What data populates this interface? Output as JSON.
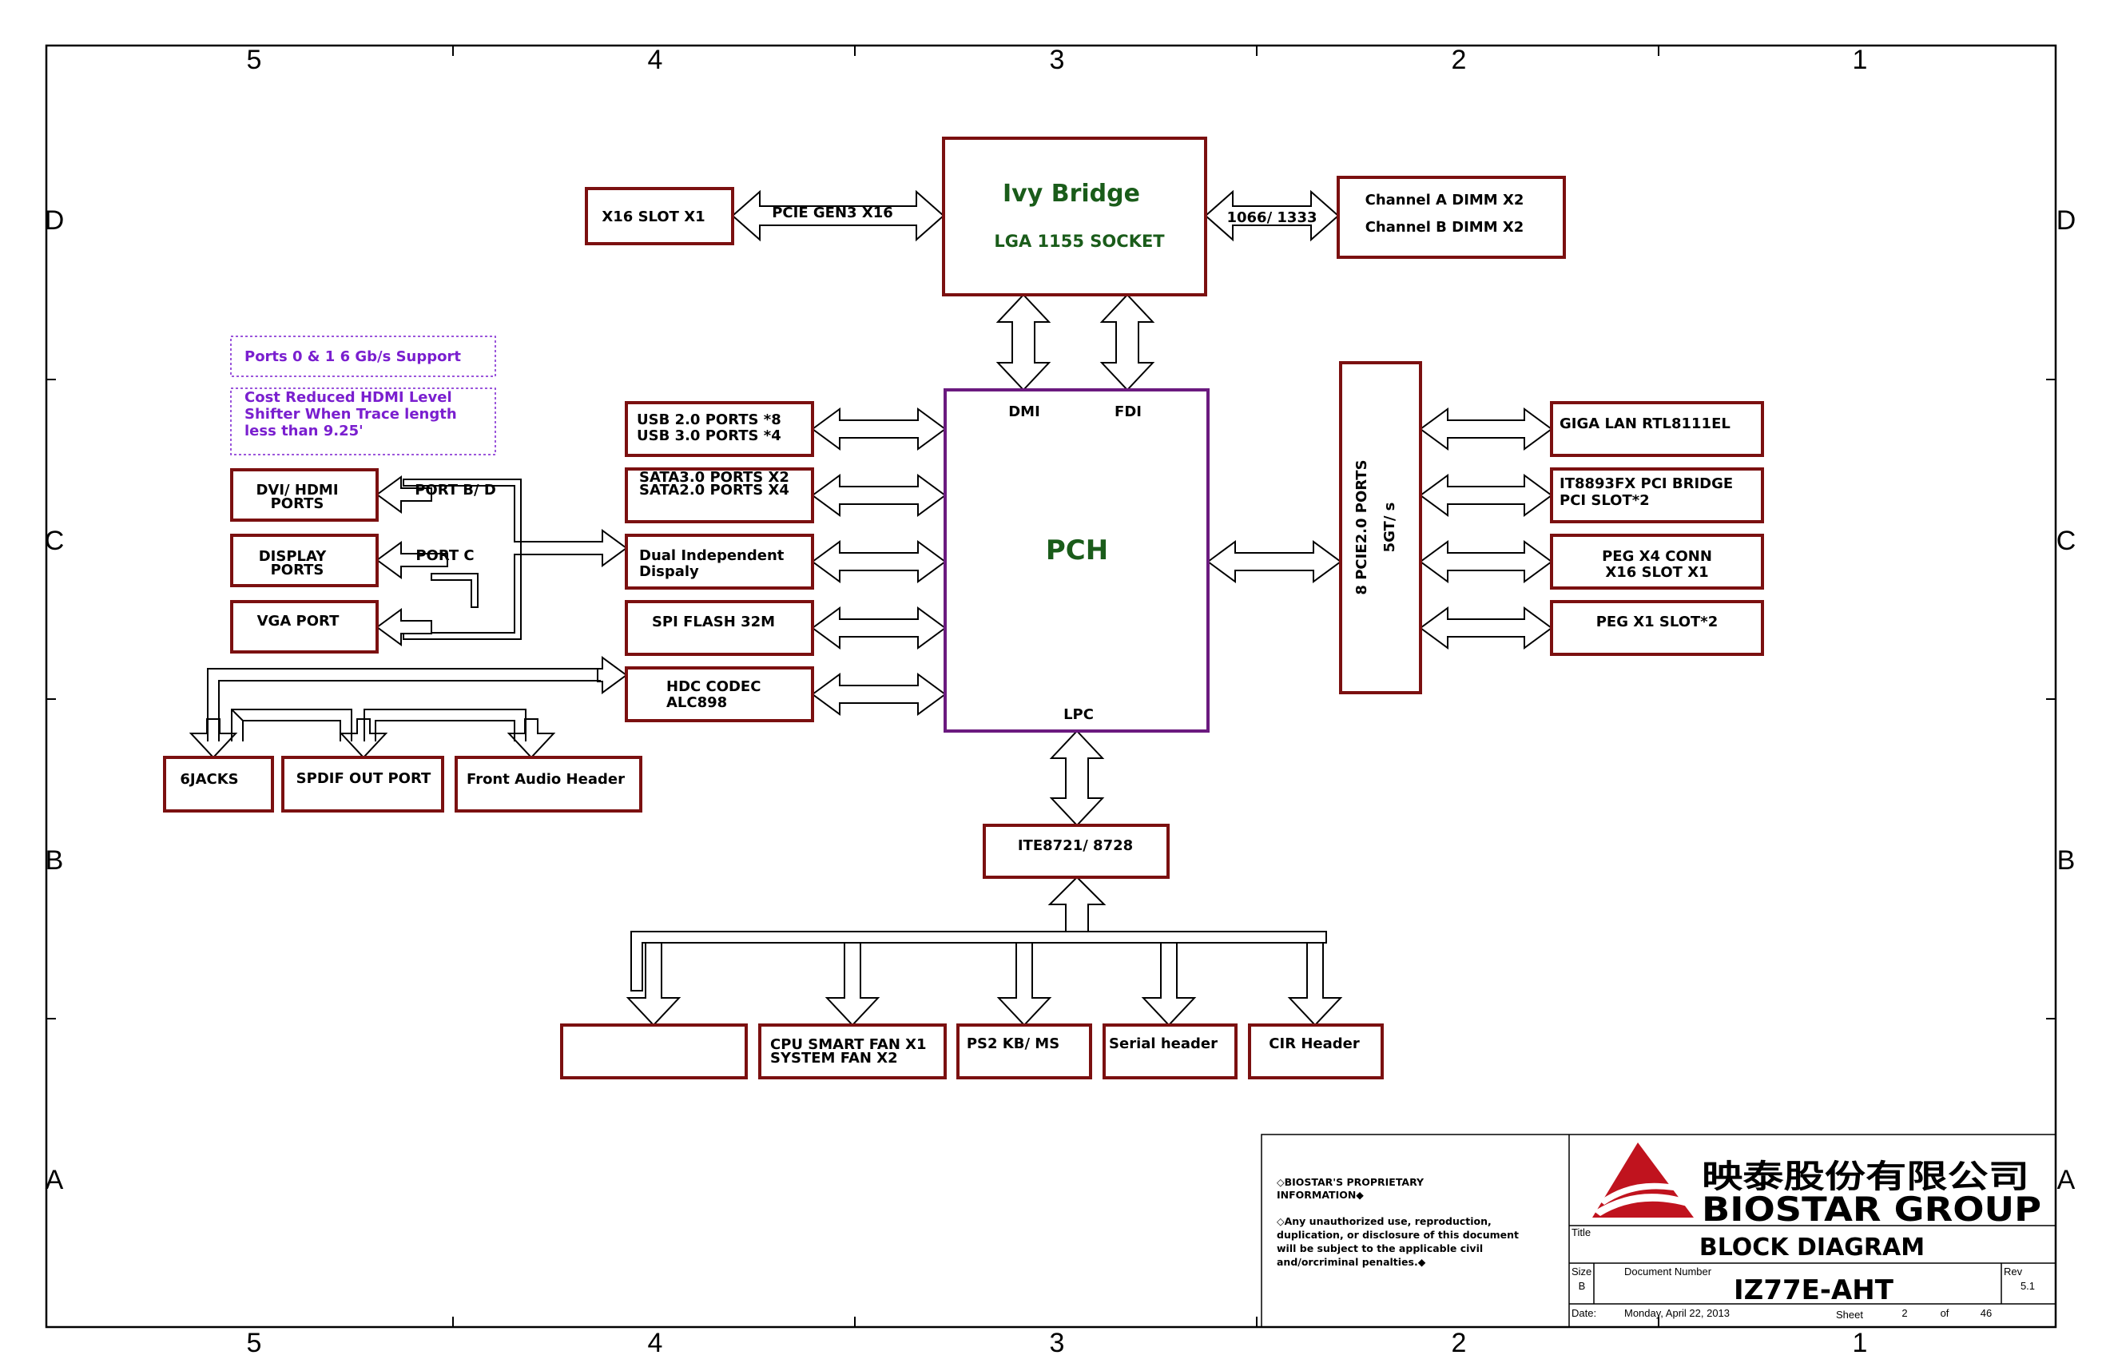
{
  "zones": {
    "columns": [
      "5",
      "4",
      "3",
      "2",
      "1"
    ],
    "rows": [
      "D",
      "C",
      "B",
      "A"
    ]
  },
  "colors": {
    "block_border": "#7b1010",
    "pch_border": "#6b1a7f",
    "title_green": "#1a5c1a",
    "note_purple": "#7a1fcf",
    "logo_red": "#c0131e"
  },
  "cpu": {
    "title": "Ivy Bridge",
    "socket": "LGA 1155 SOCKET"
  },
  "pch": {
    "title": "PCH",
    "dmi": "DMI",
    "fdi": "FDI",
    "lpc": "LPC"
  },
  "blocks": {
    "x16_slot": "X16 SLOT X1",
    "dimm_a": "Channel A DIMM X2",
    "dimm_b": "Channel B DIMM X2",
    "usb_line1": "USB 2.0 PORTS *8",
    "usb_line2": "USB 3.0 PORTS *4",
    "sata_line1": "SATA3.0 PORTS X2",
    "sata_line2": "SATA2.0 PORTS X4",
    "dual_line1": "Dual Independent",
    "dual_line2": "Dispaly",
    "spi": "SPI FLASH 32M",
    "hdc_line1": "HDC CODEC",
    "hdc_line2": "ALC898",
    "dvi_line1": "DVI/ HDMI",
    "dvi_line2": "PORTS",
    "dp_line1": "DISPLAY",
    "dp_line2": "PORTS",
    "vga": "VGA PORT",
    "jacks": "6JACKS",
    "spdif": "SPDIF OUT PORT",
    "front_audio": "Front Audio Header",
    "pcie_ports_line1": "8 PCIE2.0 PORTS",
    "pcie_ports_line2": "5GT/ s",
    "giga_lan": "GIGA LAN RTL8111EL",
    "it8893_line1": "IT8893FX PCI BRIDGE",
    "it8893_line2": "PCI SLOT*2",
    "peg4_line1": "PEG X4 CONN",
    "peg4_line2": "X16 SLOT X1",
    "peg1": "PEG X1 SLOT*2",
    "ite": "ITE8721/ 8728",
    "cpu_fan_line1": "CPU SMART FAN X1",
    "cpu_fan_line2": "SYSTEM FAN X2",
    "ps2": "PS2 KB/ MS",
    "serial": "Serial header",
    "cir": "CIR Header",
    "blank": ""
  },
  "links": {
    "pcie_gen3": "PCIE GEN3 X16",
    "mem_speed": "1066/ 1333",
    "port_bd": "PORT B/ D",
    "port_c": "PORT C"
  },
  "notes": {
    "ports_support": "Ports 0 & 1 6 Gb/s Support",
    "hdmi_line1": "Cost Reduced HDMI Level",
    "hdmi_line2": "Shifter When Trace length",
    "hdmi_line3": "less than 9.25'"
  },
  "title_block": {
    "proprietary_line1": "◇BIOSTAR'S PROPRIETARY",
    "proprietary_line2": "INFORMATION◆",
    "warning_line1": "◇Any unauthorized use, reproduction,",
    "warning_line2": "duplication, or disclosure of this document",
    "warning_line3": "will be subject to the applicable civil",
    "warning_line4": "and/orcriminal penalties.◆",
    "company_cn": "映泰股份有限公司",
    "company_en": "BIOSTAR GROUP",
    "title_label": "Title",
    "title": "BLOCK DIAGRAM",
    "size_label": "Size",
    "size": "B",
    "docnum_label": "Document Number",
    "docnum": "IZ77E-AHT",
    "rev_label": "Rev",
    "rev": "5.1",
    "date_label": "Date:",
    "date": "Monday, April 22, 2013",
    "sheet_label": "Sheet",
    "sheet": "2",
    "of_label": "of",
    "sheet_total": "46"
  }
}
